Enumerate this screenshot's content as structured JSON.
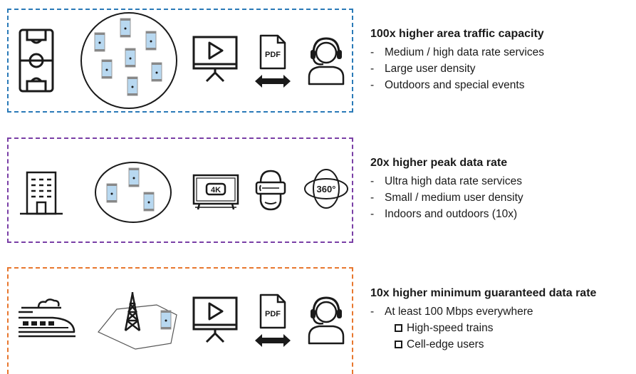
{
  "colors": {
    "row1_border": "#2a7ab8",
    "row2_border": "#7a3fa6",
    "row3_border": "#e8772e",
    "phone_screen": "#b8d8f0",
    "ink": "#1a1a1a"
  },
  "rows": [
    {
      "title": "100x higher area traffic capacity",
      "bullets": [
        "Medium / high data rate services",
        "Large user density",
        "Outdoors and special events"
      ],
      "sub_bullets": []
    },
    {
      "title": "20x higher peak data rate",
      "bullets": [
        "Ultra high data rate services",
        "Small / medium user density",
        "Indoors and outdoors (10x)"
      ],
      "sub_bullets": []
    },
    {
      "title": "10x higher minimum guaranteed data rate",
      "bullets": [
        "At least 100 Mbps everywhere"
      ],
      "sub_bullets": [
        "High-speed trains",
        "Cell-edge users"
      ]
    }
  ],
  "icons": {
    "pdf_label": "PDF",
    "tv_4k_label": "4K",
    "vr_360_label": "360°",
    "row1": [
      "stadium-icon",
      "crowd-circle-icon",
      "video-presentation-icon",
      "pdf-transfer-icon",
      "headset-user-icon"
    ],
    "row2": [
      "building-icon",
      "small-crowd-circle-icon",
      "tv-4k-icon",
      "vr-headset-icon",
      "vr-360-icon"
    ],
    "row3": [
      "train-icon",
      "cell-tower-icon",
      "video-presentation-icon",
      "pdf-transfer-icon",
      "headset-user-icon"
    ]
  }
}
